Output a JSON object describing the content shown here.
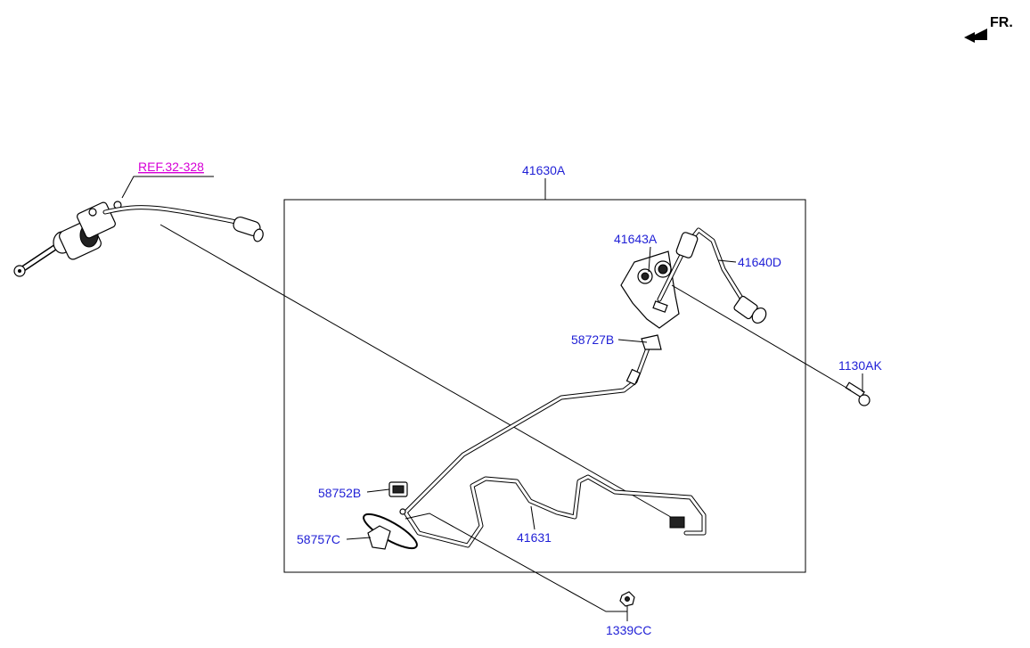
{
  "orientation": {
    "label": "FR.",
    "arrow_icon": "front-direction-arrow-icon"
  },
  "reference": {
    "label": "REF.32-328",
    "color": "#d600d6"
  },
  "assembly": {
    "label": "41630A"
  },
  "parts": {
    "p41643A": "41643A",
    "p41640D": "41640D",
    "p58727B": "58727B",
    "p1130AK": "1130AK",
    "p58752B": "58752B",
    "p58757C": "58757C",
    "p41631": "41631",
    "p1339CC": "1339CC"
  },
  "colors": {
    "part_label": "#1f1fd6",
    "reference_label": "#d600d6",
    "lines": "#000000"
  }
}
